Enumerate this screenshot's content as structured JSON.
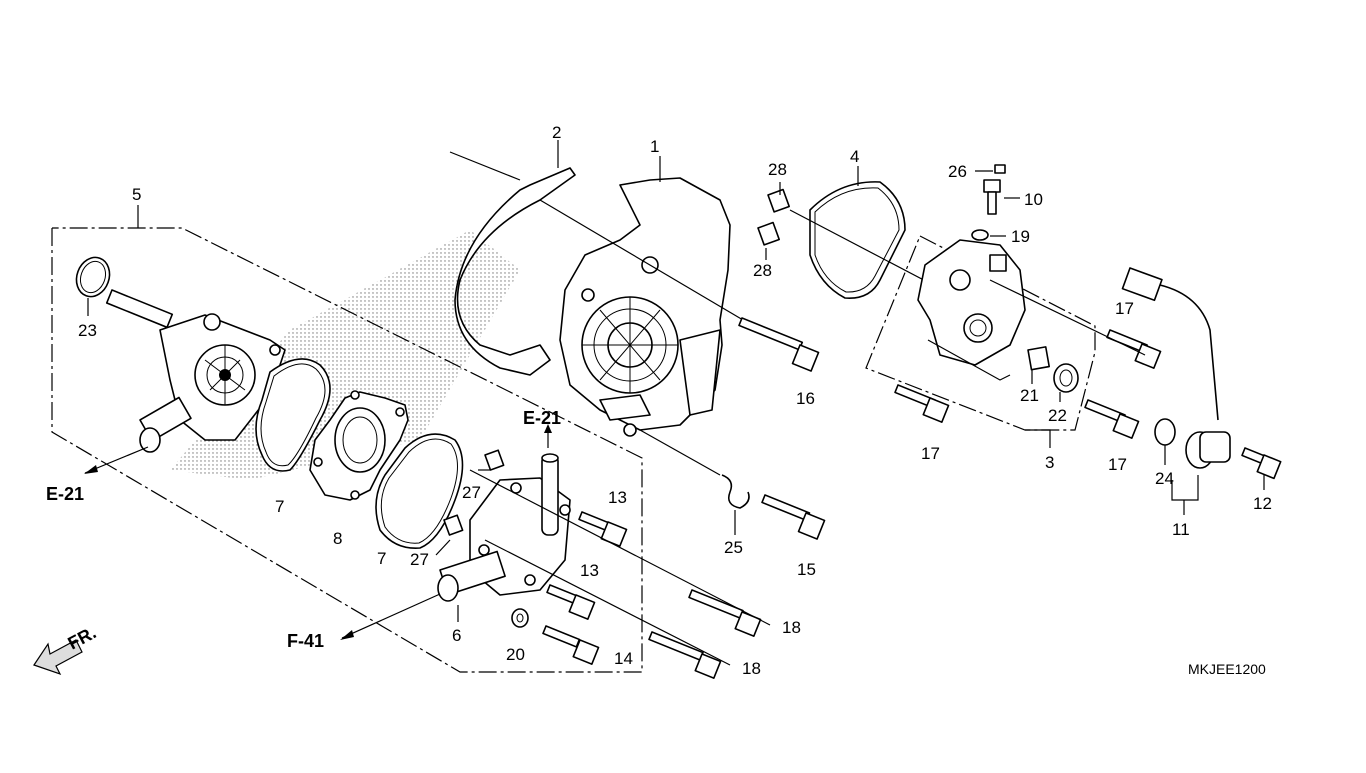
{
  "diagram": {
    "code": "MKJEE1200",
    "references": {
      "e21_left": "E-21",
      "e21_top": "E-21",
      "f41": "F-41",
      "front": "FR."
    },
    "callouts": {
      "c1": "1",
      "c2": "2",
      "c3": "3",
      "c4": "4",
      "c5": "5",
      "c6": "6",
      "c7a": "7",
      "c7b": "7",
      "c8": "8",
      "c10": "10",
      "c11": "11",
      "c12": "12",
      "c13a": "13",
      "c13b": "13",
      "c14": "14",
      "c15": "15",
      "c16": "16",
      "c17a": "17",
      "c17b": "17",
      "c17c": "17",
      "c18a": "18",
      "c18b": "18",
      "c19": "19",
      "c20": "20",
      "c21": "21",
      "c22": "22",
      "c23": "23",
      "c24": "24",
      "c25": "25",
      "c26": "26",
      "c27a": "27",
      "c27b": "27",
      "c28a": "28",
      "c28b": "28"
    }
  }
}
